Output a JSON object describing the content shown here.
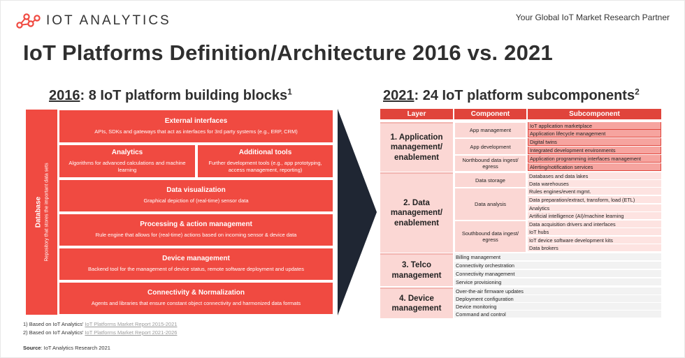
{
  "header": {
    "logo_text": "IOT ANALYTICS",
    "tagline": "Your Global IoT Market Research Partner"
  },
  "title": "IoT Platforms Definition/Architecture 2016 vs. 2021",
  "left": {
    "heading_year": "2016",
    "heading_rest": ": 8 IoT platform building blocks",
    "heading_sup": "1",
    "database": {
      "title": "Database",
      "desc": "Repository that stores the important data sets"
    },
    "blocks": [
      {
        "title": "External interfaces",
        "desc": "APIs, SDKs and gateways that act as interfaces for 3rd party systems (e.g., ERP, CRM)"
      },
      {
        "title": "Analytics",
        "desc": "Algorithms for advanced calculations and machine learning"
      },
      {
        "title": "Additional tools",
        "desc": "Further development tools (e.g., app prototyping, access management, reporting)"
      },
      {
        "title": "Data visualization",
        "desc": "Graphical depiction of (real-time) sensor data"
      },
      {
        "title": "Processing & action management",
        "desc": "Rule engine that allows for (real-time) actions based on incoming sensor & device data"
      },
      {
        "title": "Device management",
        "desc": "Backend tool for the management of device status, remote software deployment and updates"
      },
      {
        "title": "Connectivity & Normalization",
        "desc": "Agents and libraries that ensure constant object connectivity and harmonized data formats"
      }
    ]
  },
  "right": {
    "heading_year": "2021",
    "heading_rest": ": 24 IoT platform subcomponents",
    "heading_sup": "2",
    "columns": [
      "Layer",
      "Component",
      "Subcomponent"
    ],
    "layers": [
      "1. Application management/ enablement",
      "2. Data management/ enablement",
      "3. Telco management",
      "4. Device management"
    ],
    "components": [
      "App management",
      "App development",
      "Northbound data ingest/ egress",
      "Data storage",
      "Data analysis",
      "Southbound data ingest/ egress"
    ],
    "subcomponents": [
      "IoT application marketplace",
      "Application lifecycle management",
      "Digital twins",
      "Integrated development environments",
      "Application programming interfaces management",
      "Alerting/notification services",
      "Databases and data lakes",
      "Data warehouses",
      "Rules engines/event mgmt.",
      "Data preparation/extract, transform, load (ETL)",
      "Analytics",
      "Artificial intelligence (AI)/machine learning",
      "Data acquisition drivers and interfaces",
      "IoT hubs",
      "IoT device software development kits",
      "Data brokers",
      "Billing management",
      "Connectivity orchestration",
      "Connectivity management",
      "Service provisioning",
      "Over-the-air firmware updates",
      "Deployment configuration",
      "Device monitoring",
      "Command and control"
    ]
  },
  "footnotes": [
    {
      "prefix": "1) Based on IoT Analytics' ",
      "link": "IoT Platforms Market Report 2015-2021"
    },
    {
      "prefix": "2) Based on IoT Analytics' ",
      "link": "IoT Platforms Market Report 2021-2026"
    }
  ],
  "source": {
    "label": "Source",
    "text": ": IoT Analytics Research 2021"
  },
  "colors": {
    "accent": "#f04a41",
    "header_red": "#e0443b",
    "light_pink": "#fbd7d4",
    "mid_pink": "#f6a49f",
    "dark_arrow": "#1f2633"
  }
}
